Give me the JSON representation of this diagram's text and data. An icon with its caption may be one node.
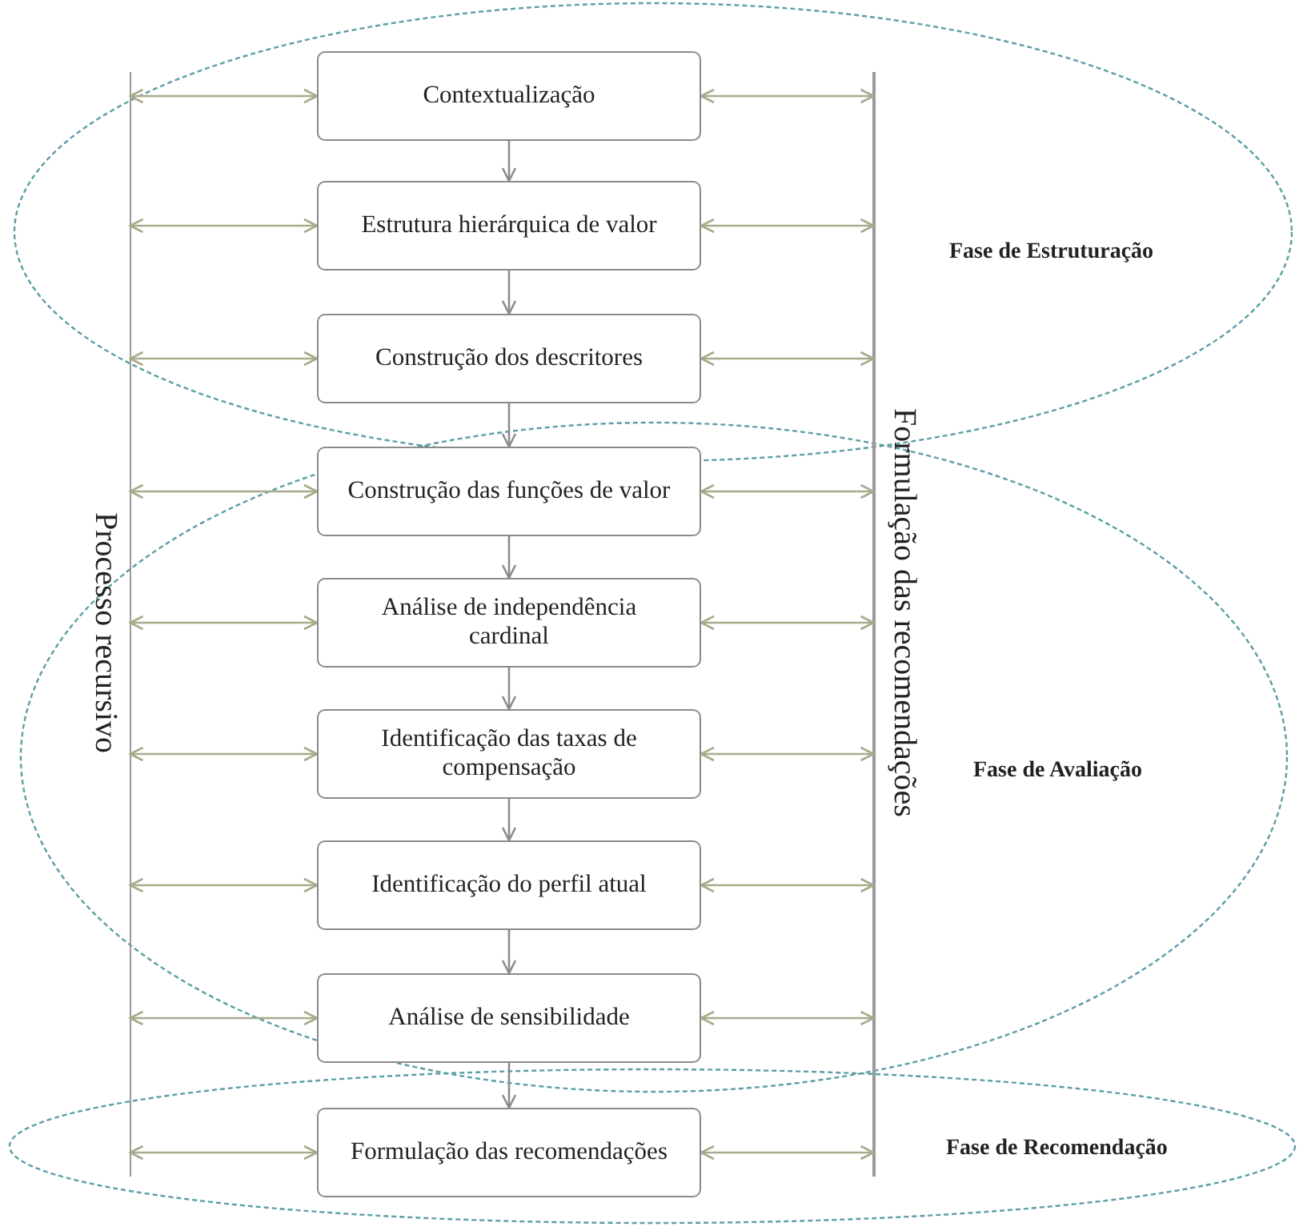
{
  "diagram": {
    "nodes": [
      {
        "text": [
          "Processo recursivo"
        ]
      },
      {
        "text": [
          "Formulação das recomendações"
        ]
      },
      {
        "text": [
          "Contextualização"
        ]
      },
      {
        "text": [
          "Estrutura hierárquica de valor"
        ]
      },
      {
        "text": [
          "Construção dos descritores"
        ]
      },
      {
        "text": [
          "Construção das funções de valor"
        ]
      },
      {
        "text": [
          "Análise de independência cardinal"
        ]
      },
      {
        "text": [
          "Identificação das taxas de compensação"
        ]
      },
      {
        "text": [
          "Identificação do perfil atual"
        ]
      },
      {
        "text": [
          "Análise de sensibilidade"
        ]
      },
      {
        "text": [
          "Formulação das recomendações"
        ]
      }
    ],
    "edges": [
      {
        "from": 0,
        "to": 2,
        "arrow": "both"
      },
      {
        "from": 2,
        "to": 1,
        "arrow": "both"
      },
      {
        "from": 0,
        "to": 3,
        "arrow": "both"
      },
      {
        "from": 3,
        "to": 1,
        "arrow": "both"
      },
      {
        "from": 0,
        "to": 4,
        "arrow": "both"
      },
      {
        "from": 4,
        "to": 1,
        "arrow": "both"
      },
      {
        "from": 0,
        "to": 5,
        "arrow": "both"
      },
      {
        "from": 5,
        "to": 1,
        "arrow": "both"
      },
      {
        "from": 0,
        "to": 6,
        "arrow": "both"
      },
      {
        "from": 6,
        "to": 1,
        "arrow": "both"
      },
      {
        "from": 0,
        "to": 7,
        "arrow": "both"
      },
      {
        "from": 7,
        "to": 1,
        "arrow": "both"
      },
      {
        "from": 0,
        "to": 8,
        "arrow": "both"
      },
      {
        "from": 8,
        "to": 1,
        "arrow": "both"
      },
      {
        "from": 0,
        "to": 9,
        "arrow": "both"
      },
      {
        "from": 9,
        "to": 1,
        "arrow": "both"
      },
      {
        "from": 0,
        "to": 10,
        "arrow": "both"
      },
      {
        "from": 10,
        "to": 1,
        "arrow": "both"
      },
      {
        "from": 2,
        "to": 3,
        "arrow": "to",
        "color": "#8c8c8c"
      },
      {
        "from": 3,
        "to": 4,
        "arrow": "to",
        "color": "#8c8c8c"
      },
      {
        "from": 4,
        "to": 5,
        "arrow": "to",
        "color": "#8c8c8c"
      },
      {
        "from": 5,
        "to": 6,
        "arrow": "to",
        "color": "#8c8c8c"
      },
      {
        "from": 6,
        "to": 7,
        "arrow": "to",
        "color": "#8c8c8c"
      },
      {
        "from": 7,
        "to": 8,
        "arrow": "to",
        "color": "#8c8c8c"
      },
      {
        "from": 8,
        "to": 9,
        "arrow": "to",
        "color": "#8c8c8c"
      },
      {
        "from": 9,
        "to": 10,
        "arrow": "to",
        "color": "#8c8c8c"
      }
    ],
    "labels": [
      "Fase de Estruturação",
      "Fase de Avaliação",
      "Fase de Recomendação"
    ]
  }
}
